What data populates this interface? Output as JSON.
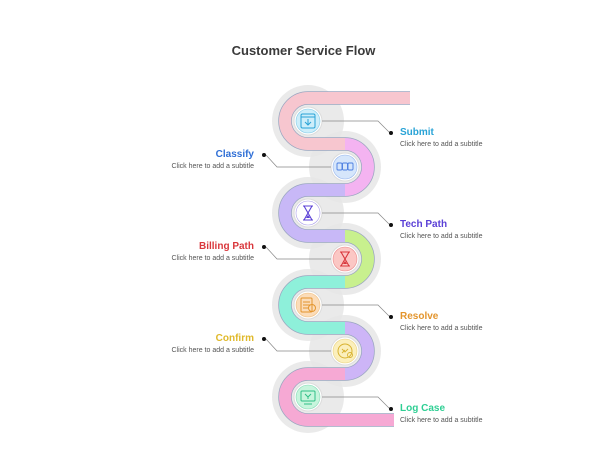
{
  "title": "Customer Service Flow",
  "steps": [
    {
      "label": "Submit",
      "subtitle": "Click here to add a subtitle",
      "side": "right",
      "color": "#29a3d6",
      "band": "#f7c6cf",
      "icon": "download-window",
      "iconBg": "#cdeefa",
      "iconColor": "#29a3d6"
    },
    {
      "label": "Classify",
      "subtitle": "Click here to add a subtitle",
      "side": "left",
      "color": "#2f6fd6",
      "band": "#f4b3f1",
      "icon": "classify",
      "iconBg": "#d6e6fb",
      "iconColor": "#4a7de0"
    },
    {
      "label": "Tech Path",
      "subtitle": "Click here to add a subtitle",
      "side": "right",
      "color": "#5a3fd6",
      "band": "#c8b8f7",
      "icon": "hourglass",
      "iconBg": "#ffffff",
      "iconColor": "#5a3fd6"
    },
    {
      "label": "Billing Path",
      "subtitle": "Click here to add a subtitle",
      "side": "left",
      "color": "#d9373c",
      "band": "#c8f08e",
      "icon": "hourglass",
      "iconBg": "#fbc7c4",
      "iconColor": "#d9373c"
    },
    {
      "label": "Resolve",
      "subtitle": "Click here to add a subtitle",
      "side": "right",
      "color": "#e3952d",
      "band": "#8ef0da",
      "icon": "document-edit",
      "iconBg": "#fbdcb9",
      "iconColor": "#e3952d"
    },
    {
      "label": "Confirm",
      "subtitle": "Click here to add a subtitle",
      "side": "left",
      "color": "#e0b92a",
      "band": "#cdb5f7",
      "icon": "confirm-badge",
      "iconBg": "#fbefbc",
      "iconColor": "#d8b230"
    },
    {
      "label": "Log Case",
      "subtitle": "Click here to add a subtitle",
      "side": "right",
      "color": "#2fcf94",
      "band": "#f6a9d4",
      "icon": "monitor",
      "iconBg": "#c7f5dd",
      "iconColor": "#2fbf86"
    }
  ]
}
